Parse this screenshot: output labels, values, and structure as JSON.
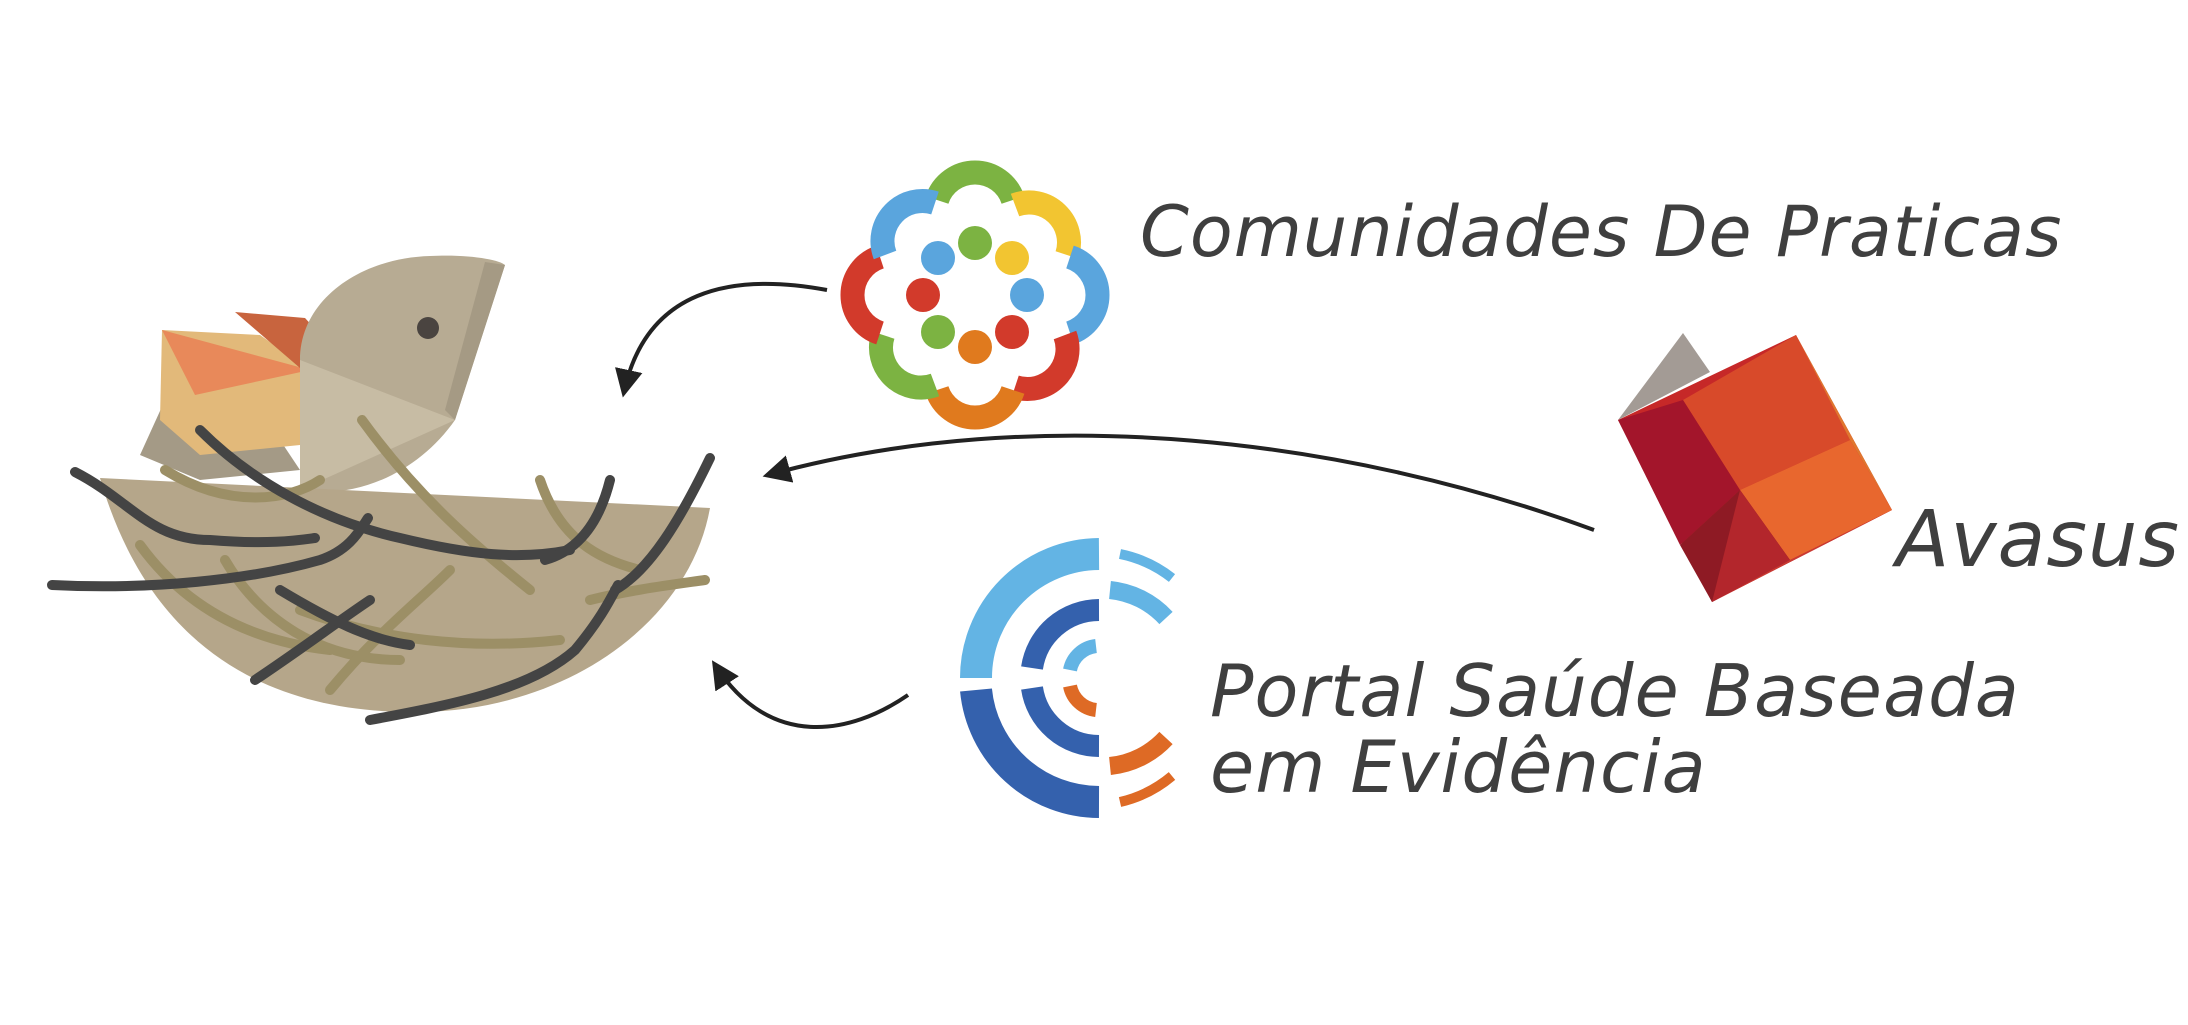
{
  "diagram": {
    "nodes": {
      "target": {
        "icon": "bird-nest-icon"
      },
      "comunidades": {
        "label": "Comunidades De Praticas",
        "icon": "community-flower-icon"
      },
      "avasus": {
        "label": "Avasus",
        "icon": "avasus-diamond-icon"
      },
      "portal": {
        "label": "Portal Saúde Baseada em Evidência",
        "icon": "portal-arcs-icon"
      }
    },
    "edges": [
      {
        "from": "comunidades",
        "to": "target"
      },
      {
        "from": "avasus",
        "to": "target"
      },
      {
        "from": "portal",
        "to": "target"
      }
    ]
  },
  "colors": {
    "text": "#3f3f3f",
    "arrow": "#222222",
    "nest_bowl": "#b5a68a",
    "nest_twig_dark": "#444444",
    "nest_twig_light": "#9c8f66",
    "bird_head": "#b7ab93",
    "bird_beak": "#e07a4e",
    "community_blue": "#5aa5dd",
    "community_green": "#7cb342",
    "community_yellow": "#f2c531",
    "community_red": "#d23a2b",
    "community_orange": "#e07a1e",
    "avasus_red": "#c62828",
    "avasus_orange": "#e8672e",
    "avasus_gray": "#a39b95",
    "portal_light_blue": "#63b4e4",
    "portal_dark_blue": "#3461ad",
    "portal_orange": "#de6a25"
  }
}
